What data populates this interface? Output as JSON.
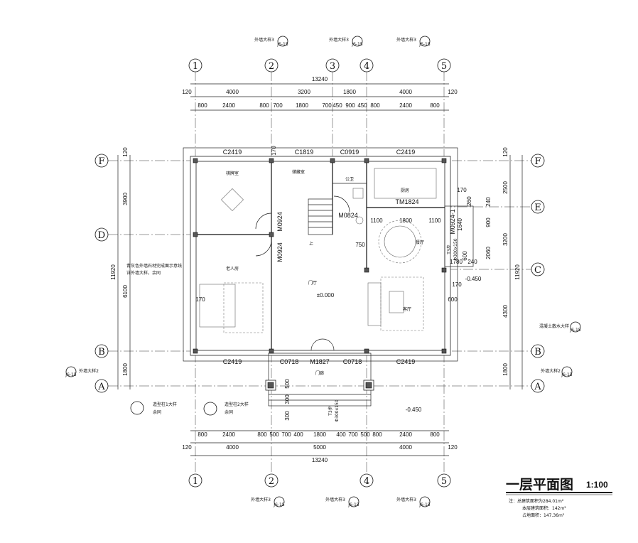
{
  "title": {
    "main": "一层平面图",
    "scale": "1:100"
  },
  "notes": [
    "注：总建筑面积为284.01m²",
    "本层建筑面积：142m²",
    "占地面积：147.36m²"
  ],
  "axes": {
    "vertical": [
      "1",
      "2",
      "3",
      "4",
      "5"
    ],
    "vertical_symbols": [
      "①",
      "②",
      "③",
      "④",
      "⑤"
    ],
    "horizontal": [
      "F",
      "E",
      "D",
      "C",
      "B",
      "A"
    ]
  },
  "dims": {
    "top_total": "13240",
    "top_row1": [
      "120",
      "4000",
      "3200",
      "1800",
      "4000",
      "120"
    ],
    "top_row2": [
      "800",
      "2400",
      "800",
      "700",
      "1800",
      "700",
      "450",
      "900",
      "450",
      "800",
      "2400",
      "800"
    ],
    "bottom_row1": [
      "800",
      "2400",
      "800",
      "500",
      "700",
      "400",
      "1800",
      "400",
      "700",
      "500",
      "800",
      "2400",
      "800"
    ],
    "bottom_row2": [
      "120",
      "4000",
      "5000",
      "4000",
      "120"
    ],
    "bottom_total": "13240",
    "left": [
      "120",
      "3900",
      "6100",
      "1800"
    ],
    "left_total": "11920",
    "right": [
      "120",
      "2500",
      "3200",
      "4300",
      "1800"
    ],
    "right_total": "11920",
    "misc": [
      "170",
      "1100",
      "1800",
      "1100",
      "750",
      "170",
      "260",
      "240",
      "1640",
      "900",
      "600",
      "2060",
      "1780",
      "240",
      "170",
      "600",
      "170",
      "500",
      "300",
      "300"
    ]
  },
  "rooms": [
    "棋牌室",
    "储藏室",
    "公卫",
    "厨房",
    "餐厅",
    "老人房",
    "门厅",
    "客厅",
    "门廊",
    "上"
  ],
  "openings": [
    "C2419",
    "C1819",
    "C0919",
    "C2419",
    "TM1824",
    "M0824",
    "M0924",
    "M0924",
    "M0924-1",
    "C2419",
    "C0718",
    "M1827",
    "C0718",
    "C2419"
  ],
  "levels": [
    "±0.000",
    "-0.450",
    "-0.450"
  ],
  "steps": [
    "T3步",
    "Φ300x150"
  ],
  "callouts": {
    "wall_detail_3": "外墙大样3",
    "wall_detail_2": "外墙大样2",
    "sheet_ref": "JS-15",
    "col1": "造型柱1大样",
    "col2": "造型柱2大样",
    "same": "余同",
    "apron": "混凝土散水大样",
    "note_stone": "青灰色外墙石材完成面示意线",
    "note_stone2": "详外墙大样，余同"
  }
}
